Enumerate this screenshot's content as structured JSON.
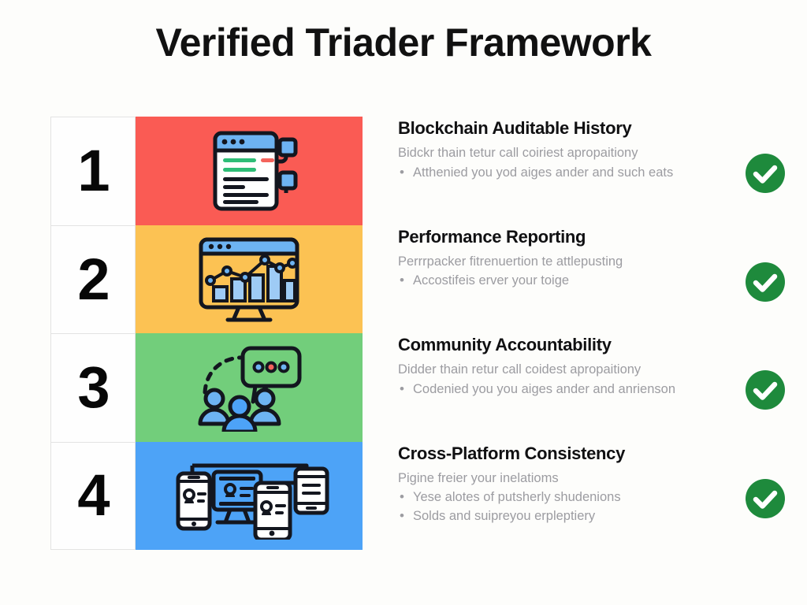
{
  "title": "Verified Triader Framework",
  "colors": {
    "background": "#fdfdfb",
    "title_text": "#111111",
    "heading_text": "#101012",
    "body_text": "#9c9ca1",
    "check_green": "#1e8a3c",
    "row1_panel": "#fa5b54",
    "row2_panel": "#fcc253",
    "row3_panel": "#72ce7b",
    "row4_panel": "#4da3f7",
    "icon_outline": "#13161f",
    "icon_blue": "#6db3f2",
    "icon_green": "#2ebd77",
    "icon_red": "#f4635c"
  },
  "steps": [
    {
      "number": "1",
      "panel_color": "#fa5b54",
      "icon": "ledger-document-icon",
      "heading": "Blockchain Auditable History",
      "subtitle": "Bidckr thain tetur call coiriest apropaitiony",
      "bullets": [
        "Atthenied you yod aiges ander and such eats"
      ],
      "status_icon": "check-circle-icon"
    },
    {
      "number": "2",
      "panel_color": "#fcc253",
      "icon": "analytics-monitor-icon",
      "heading": "Performance Reporting",
      "subtitle": "Perrrpacker fitrenuertion te attlepusting",
      "bullets": [
        "Accostifeis erver your toige"
      ],
      "status_icon": "check-circle-icon"
    },
    {
      "number": "3",
      "panel_color": "#72ce7b",
      "icon": "community-chat-icon",
      "heading": "Community Accountability",
      "subtitle": "Didder thain retur call coidest apropaitiony",
      "bullets": [
        "Codenied you you aiges ander and anrienson"
      ],
      "status_icon": "check-circle-icon"
    },
    {
      "number": "4",
      "panel_color": "#4da3f7",
      "icon": "multi-device-icon",
      "heading": "Cross-Platform Consistency",
      "subtitle": "Pigine freier your inelatioms",
      "bullets": [
        "Yese alotes of putsherly shudenions",
        "Solds and suipreyou erpleptiery"
      ],
      "status_icon": "check-circle-icon"
    }
  ]
}
